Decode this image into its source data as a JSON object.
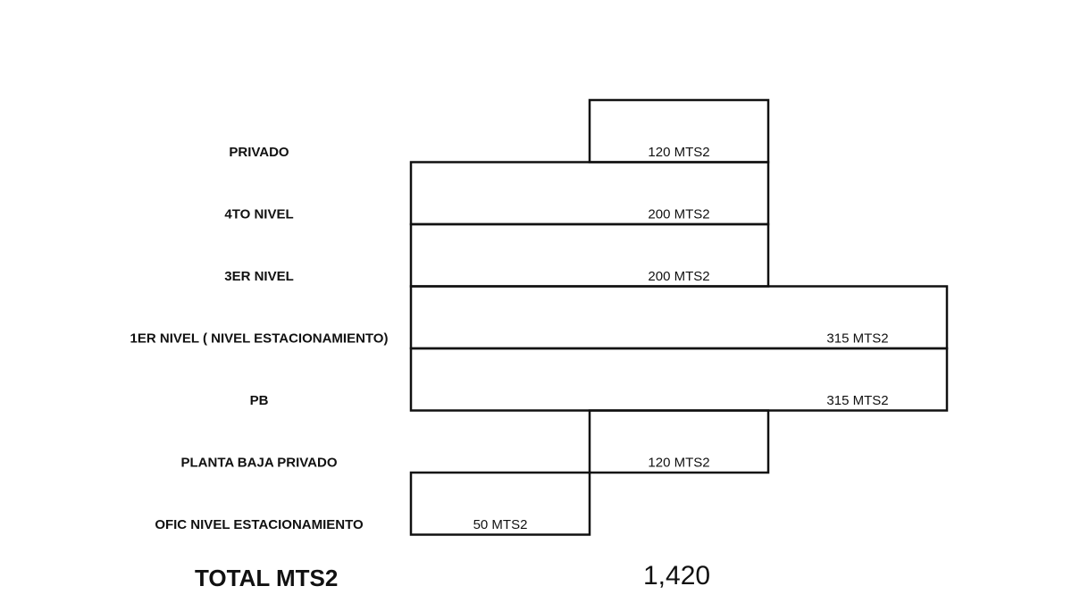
{
  "levels": [
    {
      "label": "PRIVADO",
      "area": "120 MTS2",
      "span": [
        2,
        3
      ]
    },
    {
      "label": "4TO NIVEL",
      "area": "200 MTS2",
      "span": [
        1,
        3
      ]
    },
    {
      "label": "3ER NIVEL",
      "area": "200 MTS2",
      "span": [
        1,
        3
      ]
    },
    {
      "label": "1ER NIVEL   ( NIVEL ESTACIONAMIENTO)",
      "area": "315 MTS2",
      "span": [
        1,
        4
      ]
    },
    {
      "label": "PB",
      "area": "315 MTS2",
      "span": [
        1,
        4
      ]
    },
    {
      "label": "PLANTA BAJA PRIVADO",
      "area": "120 MTS2",
      "span": [
        2,
        3
      ]
    },
    {
      "label": "OFIC NIVEL ESTACIONAMIENTO",
      "area": "50 MTS2",
      "span": [
        1,
        2
      ]
    }
  ],
  "total": {
    "label": "TOTAL MTS2",
    "value": "1,420"
  }
}
